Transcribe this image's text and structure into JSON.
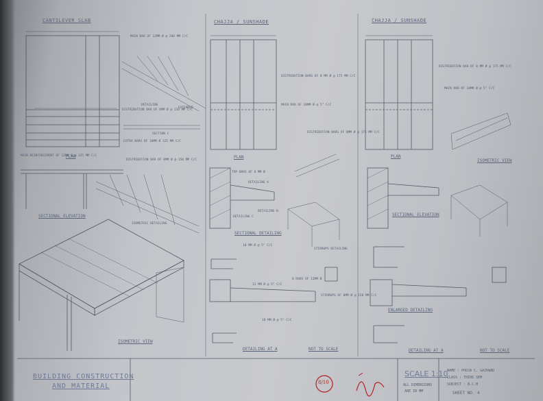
{
  "sheet": {
    "views": {
      "cantilever_slab": "CANTILEVER SLAB",
      "chajja_sunshade_1": "CHAJJA / SUNSHADE",
      "chajja_sunshade_2": "CHAJJA / SUNSHADE"
    },
    "labels": {
      "main_bar_note": "MAIN BAR OF 12MM Ø @ 200 MM C/C",
      "detailing": "DETAILING",
      "distribution_bar_note_1": "DISTRIBUTION BAR OF 8MM Ø @ 150 MM C/C",
      "extended": "EXTENDED",
      "section_c": "SECTION C",
      "extra_bar_note": "EXTRA BARS OF 10MM Ø 125 MM C/C",
      "main_reinforcement_note": "MAIN REINFORCEMENT OF 12MM Ø @ 125 MM C/C",
      "plan_1": "PLAN",
      "sectional_elevation_1": "SECTIONAL ELEVATION",
      "isometric_detailing": "ISOMETRIC DETAILING",
      "isometric_view_1": "ISOMETRIC VIEW",
      "distribution_bar_note_2": "DISTRIBUTION BAR OF 8MM Ø @ 150 MM C/C",
      "distribution_bars_chajja": "DISTRIBUTION BARS OF 8 MM Ø @ 175 MM C/C",
      "main_rod_note": "MAIN ROD OF 10MM Ø @ 5\" C/C",
      "distribution_bars_2": "DISTRIBUTION BARS OF 8MM Ø @ 175 MM C/C",
      "plan_2": "PLAN",
      "top_bars": "TOP BARS OF 8 MM Ø",
      "detailing_a": "DETAILING A",
      "detailing_b": "DETAILING B",
      "detailing_c": "DETAILING C",
      "sectional_detailing": "SECTIONAL DETAILING",
      "bar_10mm_1": "10 MM Ø @ 5\" C/C",
      "stirrups_detailing": "STIRRUPS DETAILING",
      "bar_12mm": "12 MM Ø @ 5\" C/C",
      "eight_rods": "8 RODS OF 12MM Ø",
      "stirrups_note": "STIRRUPS OF 8MM Ø @ 150 MM C/C",
      "bar_10mm_2": "10 MM Ø @ 5\" C/C",
      "detailing_at_a_1": "DETAILING AT A",
      "not_to_scale_1": "NOT TO SCALE",
      "distribution_bar_right": "DISTRIBUTION BAR OF 8 MM Ø @ 175 MM C/C",
      "main_rod_right": "MAIN ROD OF 10MM Ø @ 5\" C/C",
      "isometric_view_2": "ISOMETRIC VIEW",
      "plan_3": "PLAN",
      "sectional_elevation_2": "SECTIONAL ELEVATION",
      "enlarged_detailing": "ENLARGED DETAILING",
      "detailing_at_a_2": "DETAILING AT A",
      "not_to_scale_2": "NOT TO SCALE"
    },
    "title_block": {
      "subject_line1": "BUILDING CONSTRUCTION",
      "subject_line2": "AND MATERIAL",
      "marks": "8/10",
      "scale": "SCALE 1:10",
      "dimensions_line1": "ALL DIMENSIONS",
      "dimensions_line2": "ARE IN MM",
      "name": "NAME : POOJA C. GAIKWAD",
      "class": "CLASS : THIRD SEM",
      "subject": "SUBJECT : B.C.M",
      "sheet_no": "SHEET NO. 4"
    }
  }
}
